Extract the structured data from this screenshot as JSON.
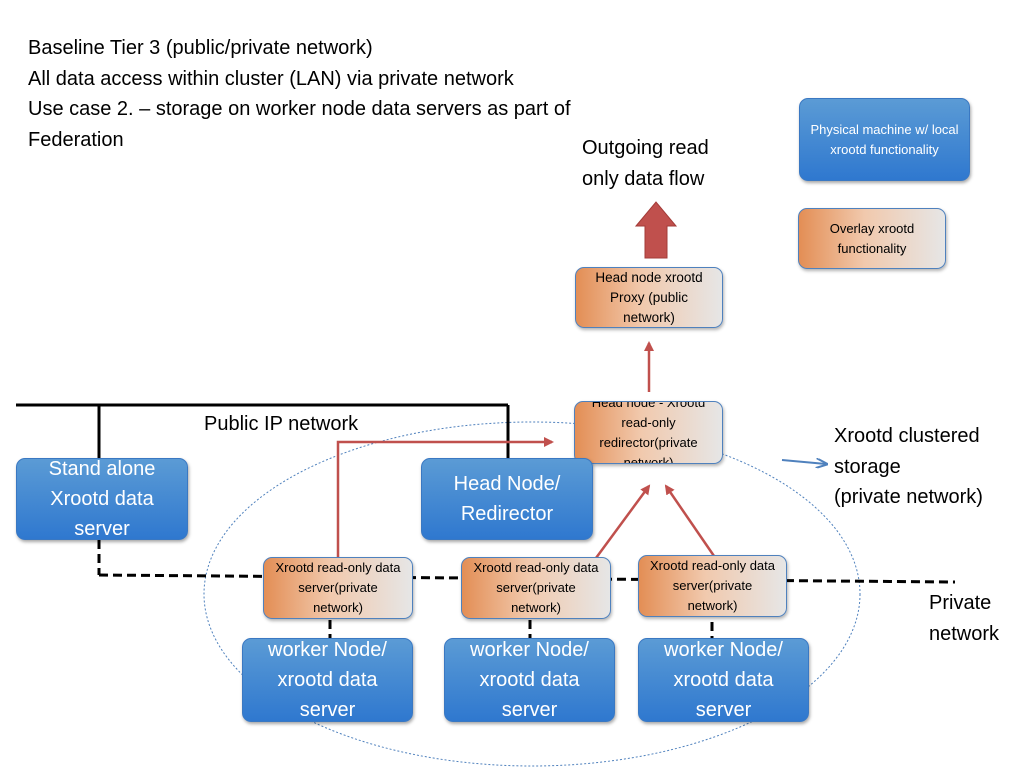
{
  "title_lines": [
    "Baseline Tier 3 (public/private network)",
    "All data access within cluster (LAN) via private network",
    "Use case 2. – storage on worker node data servers  as part of",
    "Federation"
  ],
  "outgoing_label": [
    "Outgoing read",
    "only data flow"
  ],
  "public_network_label": "Public IP network",
  "private_network_label": [
    "Private",
    "network"
  ],
  "clustered_storage_label": [
    "Xrootd clustered",
    "storage",
    "(private network)"
  ],
  "legend": {
    "physical": "Physical machine w/ local xrootd functionality",
    "overlay": "Overlay xrootd functionality"
  },
  "nodes": {
    "head_proxy": "Head node xrootd Proxy (public network)",
    "head_redirector": "Head node - Xrootd read-only redirector(private network)",
    "head_node": "Head Node/Redirector",
    "standalone": "Stand alone Xrootd data server",
    "data_servers": [
      "Xrootd read-only data server(private network)",
      "Xrootd read-only data server(private network)",
      "Xrootd read-only data server(private network)"
    ],
    "workers": [
      "worker Node/ xrootd data server",
      "worker Node/ xrootd data server",
      "worker Node/ xrootd data server"
    ]
  },
  "colors": {
    "physical_blue": "#2f78cf",
    "overlay_orange": "#e38e55",
    "arrow_red": "#c0504d",
    "ellipse_blue": "#4f81bd"
  }
}
